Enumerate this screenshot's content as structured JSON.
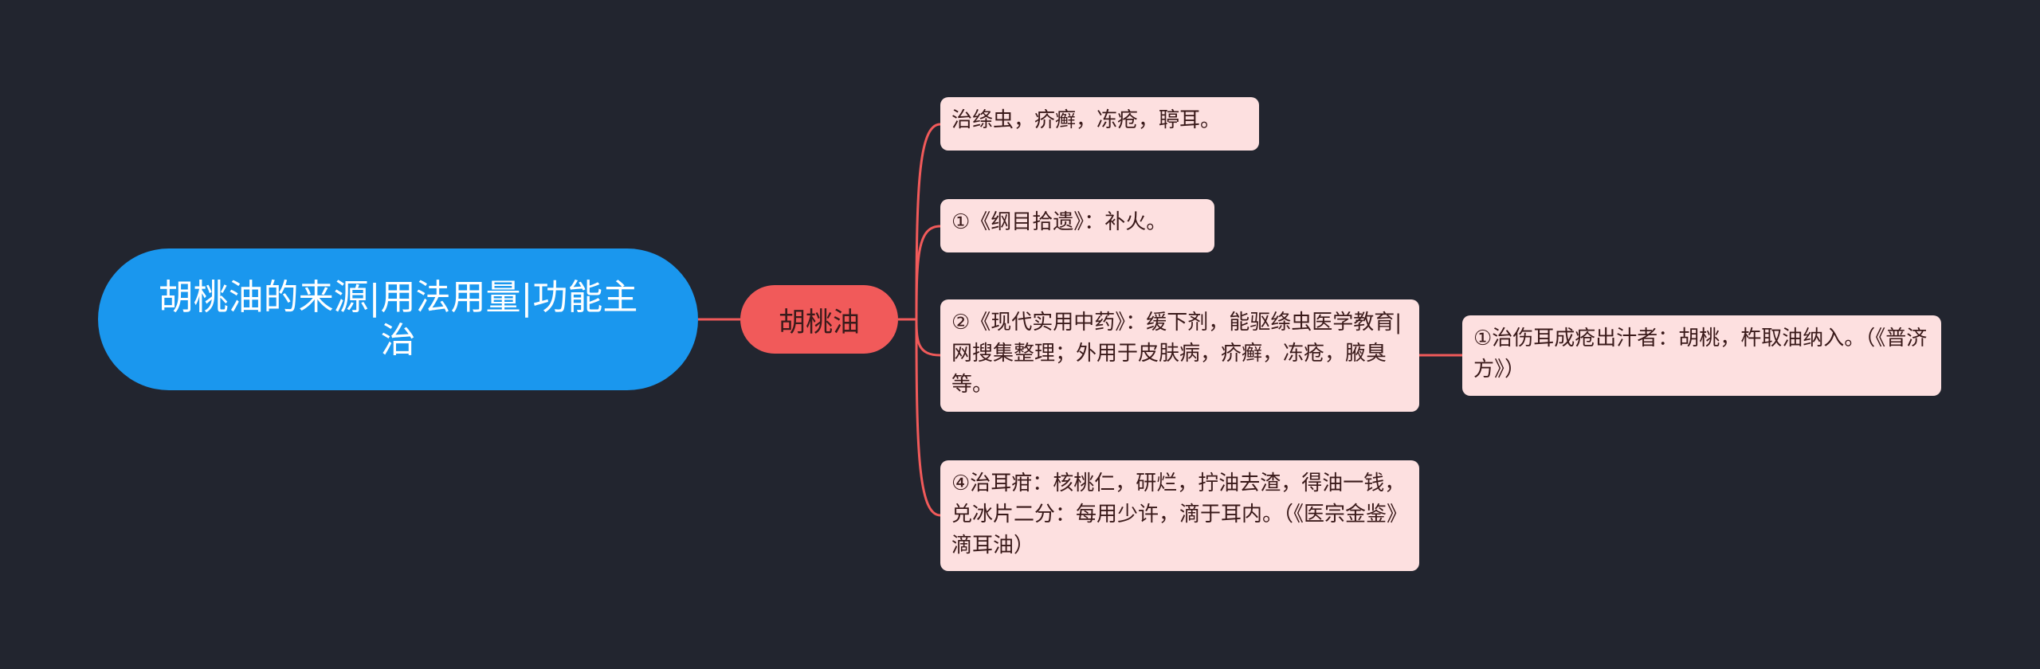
{
  "mindmap": {
    "root": {
      "label": "胡桃油的来源|用法用量|功能主治"
    },
    "branch": {
      "label": "胡桃油"
    },
    "leaves": [
      {
        "text": "治绦虫，疥癣，冻疮，聤耳。"
      },
      {
        "text": "①《纲目拾遗》：补火。"
      },
      {
        "text": "②《现代实用中药》：缓下剂，能驱绦虫医学教育|网搜集整理；外用于皮肤病，疥癣，冻疮，腋臭等。"
      },
      {
        "text": "④治耳疳：核桃仁，研烂，拧油去渣，得油一钱，兑冰片二分：每用少许，滴于耳内。（《医宗金鉴》滴耳油）"
      }
    ],
    "sub_leaf": {
      "text": "①治伤耳成疮出汁者：胡桃，杵取油纳入。（《普济方》）"
    }
  },
  "colors": {
    "background": "#22252f",
    "root_fill": "#1a97ee",
    "branch_fill": "#f15a5a",
    "leaf_fill": "#fde0e0",
    "connector": "#f15a5a"
  }
}
